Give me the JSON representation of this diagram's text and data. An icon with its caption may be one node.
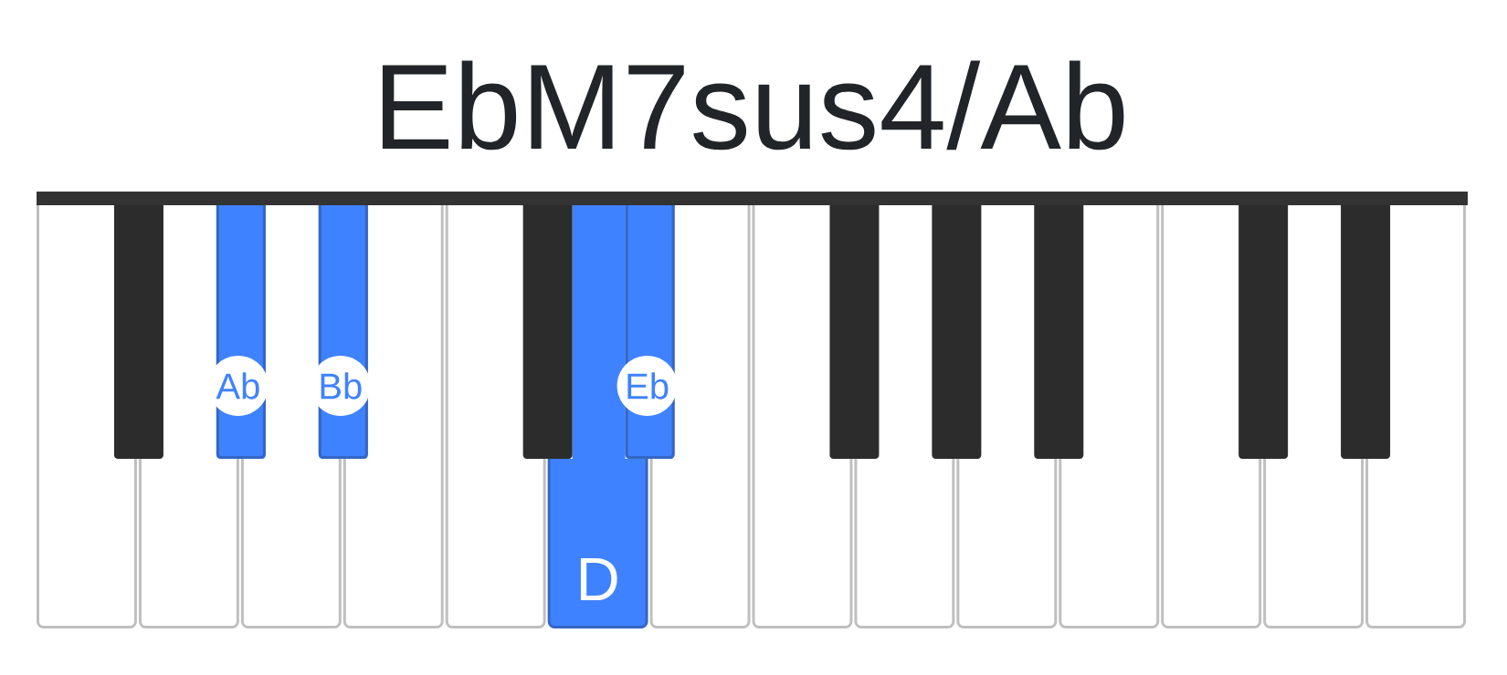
{
  "diagram": {
    "title": "EbM7sus4/Ab",
    "nodes": [
      {
        "text": [],
        "shape": "bar"
      },
      {
        "text": [],
        "shape": "box"
      },
      {
        "text": [],
        "shape": "bar"
      },
      {
        "text": [],
        "shape": "box"
      },
      {
        "text": [
          "Ab"
        ]
      },
      {
        "text": [],
        "shape": "box"
      },
      {
        "text": [
          "Bb"
        ]
      },
      {
        "text": [],
        "shape": "box"
      },
      {
        "text": [],
        "shape": "box"
      },
      {
        "text": [],
        "shape": "bar"
      },
      {
        "text": [
          "D"
        ]
      },
      {
        "text": [
          "Eb"
        ]
      },
      {
        "text": [],
        "shape": "box"
      },
      {
        "text": [],
        "shape": "box"
      },
      {
        "text": [],
        "shape": "bar"
      },
      {
        "text": [],
        "shape": "box"
      },
      {
        "text": [],
        "shape": "bar"
      },
      {
        "text": [],
        "shape": "box"
      },
      {
        "text": [],
        "shape": "bar"
      },
      {
        "text": [],
        "shape": "box"
      },
      {
        "text": [],
        "shape": "box"
      },
      {
        "text": [],
        "shape": "bar"
      },
      {
        "text": [],
        "shape": "box"
      },
      {
        "text": [],
        "shape": "bar"
      },
      {
        "text": [],
        "shape": "box"
      }
    ]
  }
}
